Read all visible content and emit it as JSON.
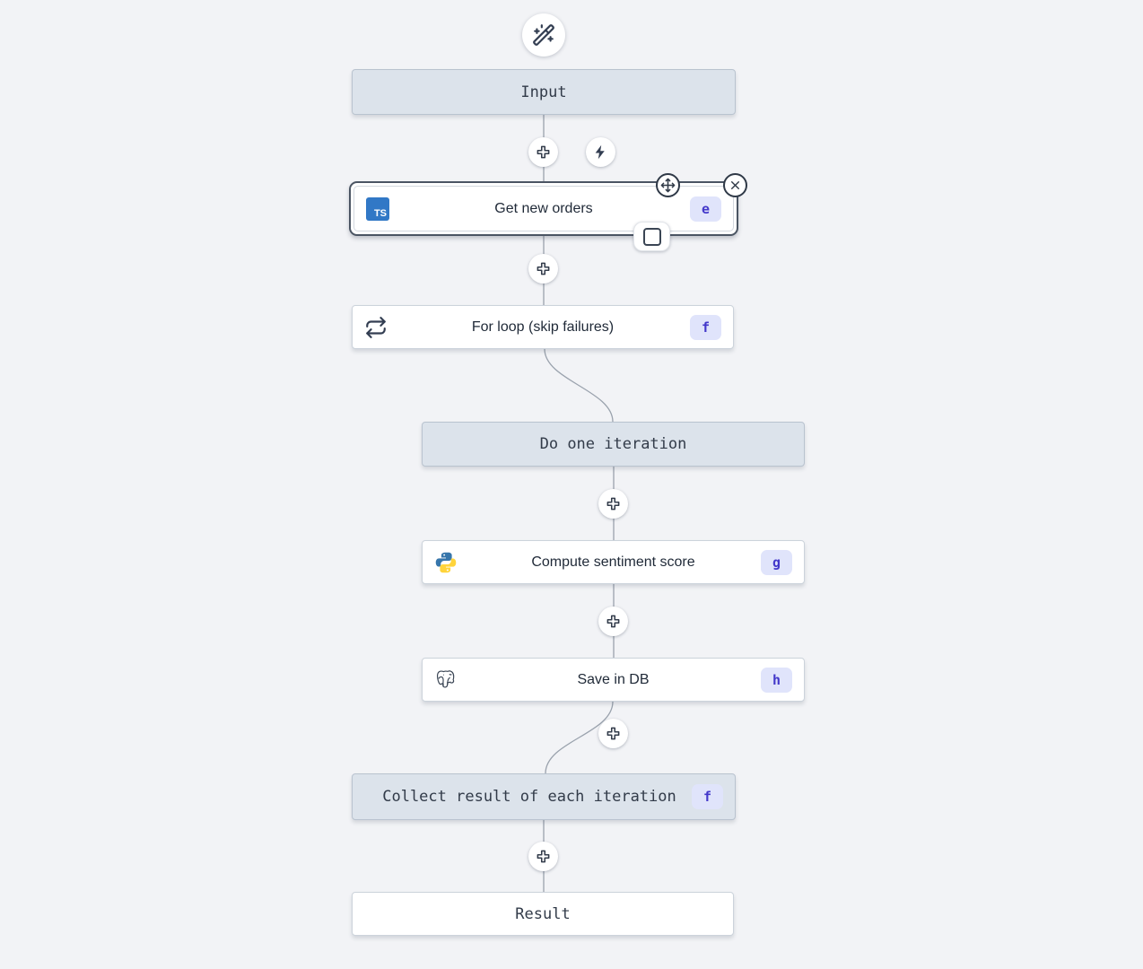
{
  "app": {
    "description": "workflow flow editor canvas",
    "background": "#f2f3f6"
  },
  "colors": {
    "node_virtual_bg": "#dce3eb",
    "node_plain_bg": "#ffffff",
    "selection_ring": "#4b5563",
    "badge_bg": "#e0e4fb",
    "badge_text": "#4338ca",
    "icon_dark": "#333e52",
    "edge": "#9aa2ad",
    "ts_blue": "#3178c6",
    "python_blue": "#3776ab",
    "python_yellow": "#ffd43b"
  },
  "icons": {
    "trigger": "wand-sparkles-icon",
    "insert": "plus-icon",
    "run": "lightning-bolt-icon",
    "move": "move-crosshair-icon",
    "close": "close-x-icon",
    "box_select": "square-icon",
    "loop": "repeat-arrows-icon",
    "typescript": "typescript-logo",
    "python": "python-logo",
    "postgres": "postgresql-elephant-logo",
    "ts_label": "TS"
  },
  "nodes": {
    "input": {
      "label": "Input",
      "type": "virtual"
    },
    "get_new_orders": {
      "label": "Get new orders",
      "badge": "e",
      "language": "typescript",
      "selected": true
    },
    "for_loop": {
      "label": "For loop (skip failures)",
      "badge": "f",
      "type": "loop"
    },
    "do_one_iteration": {
      "label": "Do one iteration",
      "type": "virtual"
    },
    "compute_sentiment": {
      "label": "Compute sentiment score",
      "badge": "g",
      "language": "python"
    },
    "save_in_db": {
      "label": "Save in DB",
      "badge": "h",
      "language": "postgresql"
    },
    "collect_result": {
      "label": "Collect result of each iteration",
      "badge": "f",
      "type": "virtual"
    },
    "result": {
      "label": "Result",
      "type": "plain"
    }
  }
}
